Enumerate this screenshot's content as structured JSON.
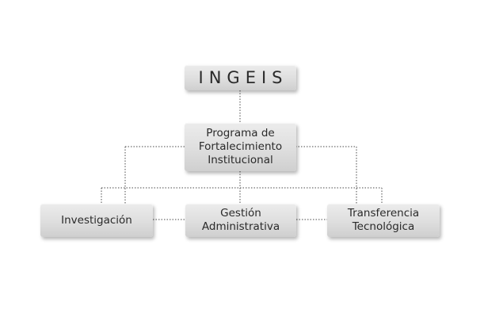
{
  "diagram": {
    "nodes": {
      "root": {
        "label": "INGEIS"
      },
      "program": {
        "label": "Programa de\nFortalecimiento\nInstitucional"
      },
      "research": {
        "label": "Investigación"
      },
      "administration": {
        "label": "Gestión\nAdministrativa"
      },
      "transfer": {
        "label": "Transferencia\nTecnológica"
      }
    },
    "colors": {
      "box_light": "#ececec",
      "box_dark": "#cfcfcf",
      "text": "#2a2a2a",
      "connector": "#4a4a4a"
    }
  }
}
